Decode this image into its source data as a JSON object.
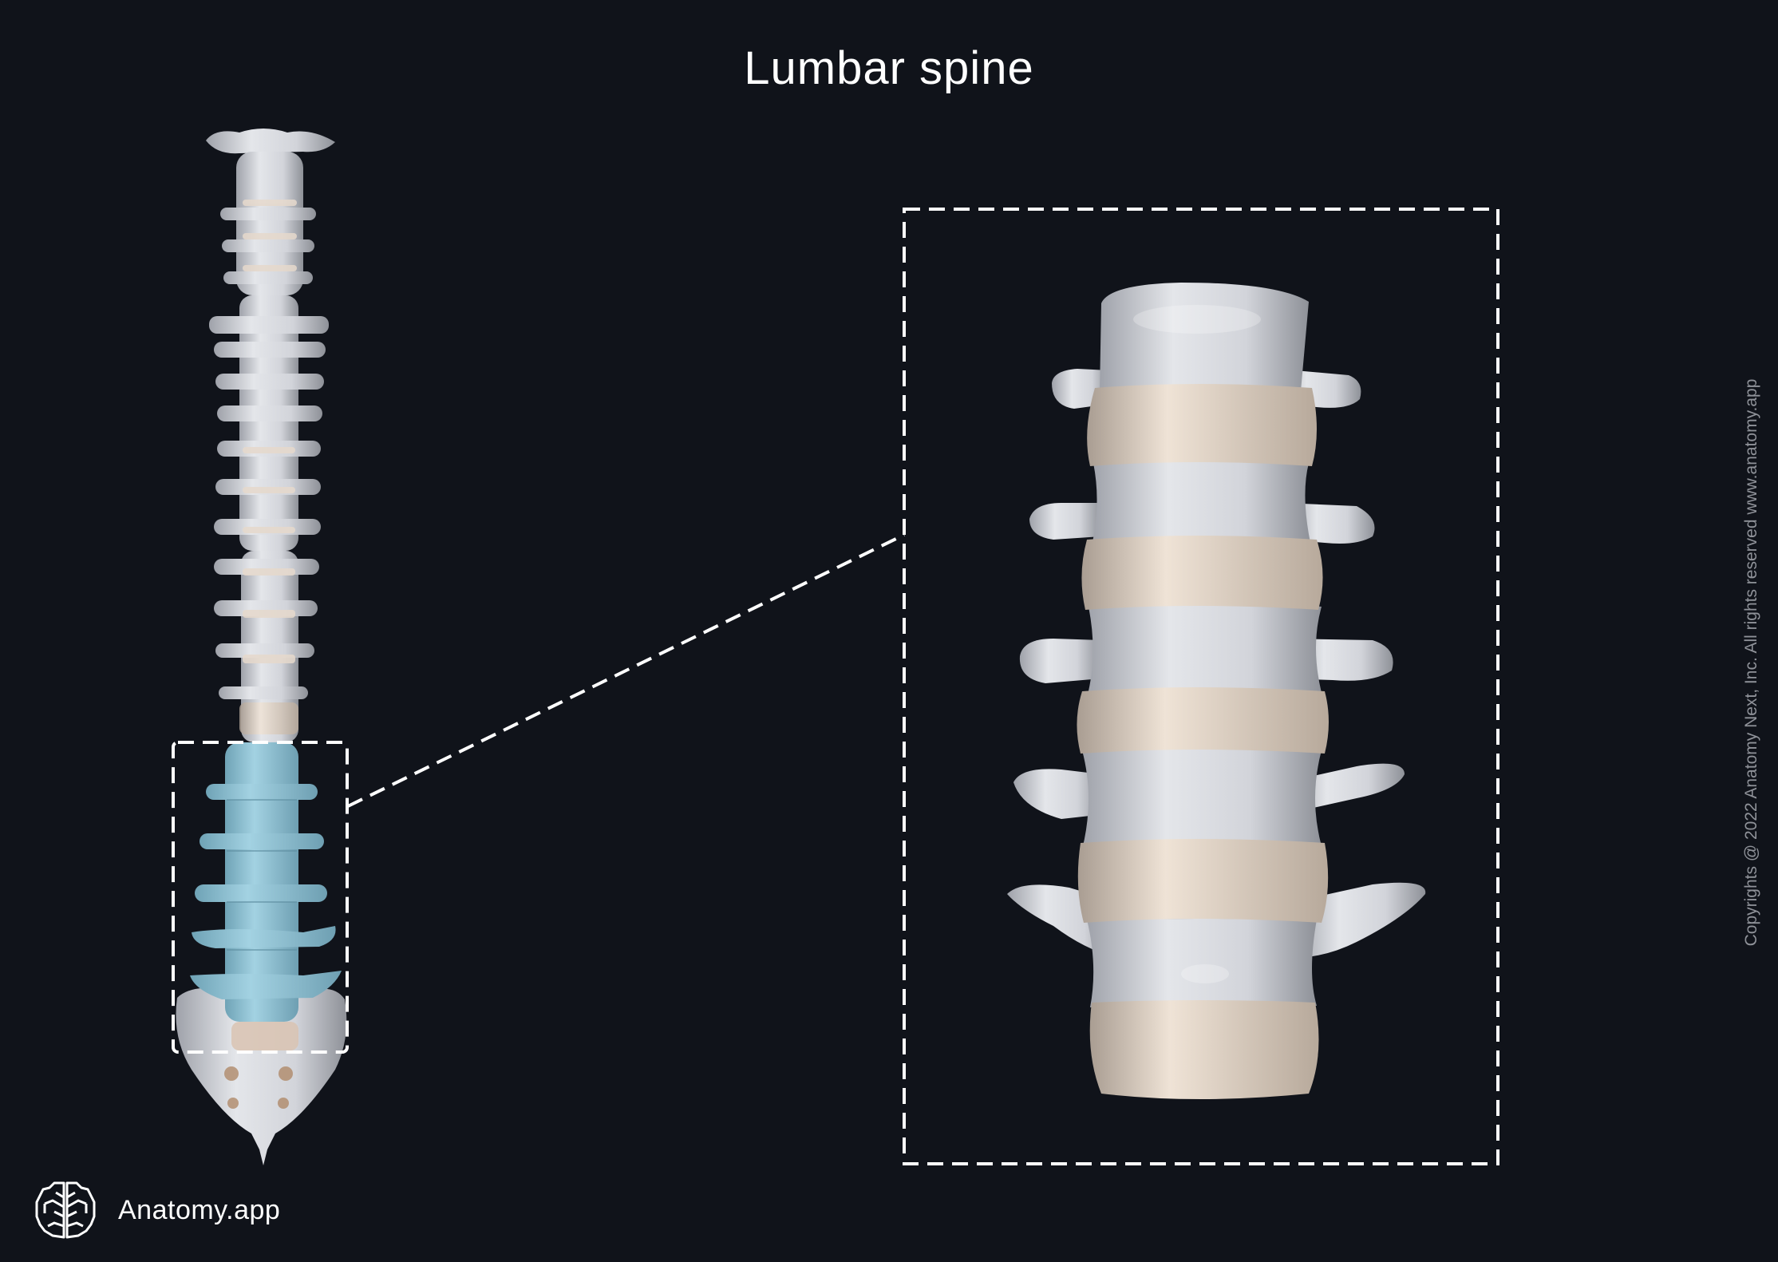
{
  "title": "Lumbar spine",
  "brand": {
    "name": "Anatomy.app",
    "icon": "brain-icon"
  },
  "copyright": "Copyrights @ 2022 Anatomy Next, Inc. All rights reserved www.anatomy.app",
  "colors": {
    "background": "#10131a",
    "bone": "#d9dbe0",
    "disc": "#e6d9cc",
    "lumbar_highlight": "#8fc4d6",
    "dashed_lines": "#ffffff"
  },
  "figures": {
    "full_spine": {
      "description": "Anterior view of whole vertebral column, lumbar region highlighted in blue"
    },
    "lumbar_closeup": {
      "description": "Enlarged anterior view of lumbar vertebrae L1–L5 with intervertebral discs"
    }
  }
}
